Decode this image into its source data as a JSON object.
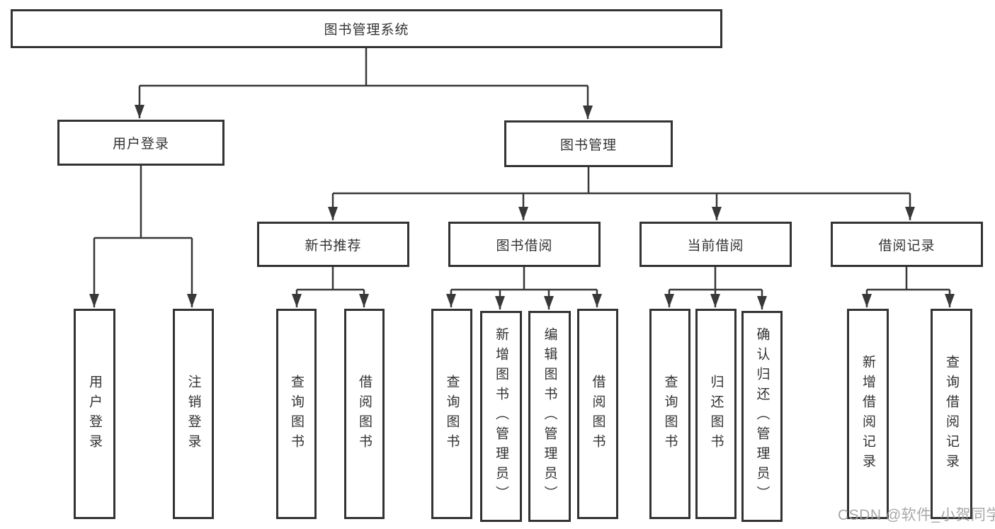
{
  "diagram": {
    "type": "hierarchy-flowchart",
    "colors": {
      "background": "#ffffff",
      "box_fill": "#ffffff",
      "box_border": "#333333",
      "line": "#383838",
      "text": "#333333"
    },
    "tree": {
      "root": {
        "label": "图书管理系统",
        "children": [
          {
            "label": "用户登录",
            "children": [
              {
                "label": "用户登录"
              },
              {
                "label": "注销登录"
              }
            ]
          },
          {
            "label": "图书管理",
            "children": [
              {
                "label": "新书推荐",
                "children": [
                  {
                    "label": "查询图书"
                  },
                  {
                    "label": "借阅图书"
                  }
                ]
              },
              {
                "label": "图书借阅",
                "children": [
                  {
                    "label": "查询图书"
                  },
                  {
                    "label": "新增图书（管理员）"
                  },
                  {
                    "label": "编辑图书（管理员）"
                  },
                  {
                    "label": "借阅图书"
                  }
                ]
              },
              {
                "label": "当前借阅",
                "children": [
                  {
                    "label": "查询图书"
                  },
                  {
                    "label": "归还图书"
                  },
                  {
                    "label": "确认归还（管理员）"
                  }
                ]
              },
              {
                "label": "借阅记录",
                "children": [
                  {
                    "label": "新增借阅记录"
                  },
                  {
                    "label": "查询借阅记录"
                  }
                ]
              }
            ]
          }
        ]
      }
    }
  },
  "watermark": {
    "text": "CSDN @软件_小贺同学",
    "color": "#9e9e9e"
  }
}
